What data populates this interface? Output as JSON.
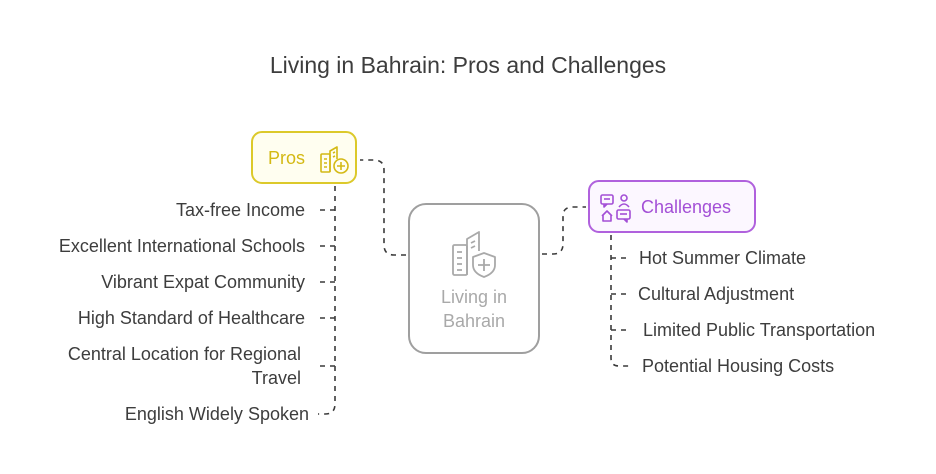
{
  "title": "Living in Bahrain: Pros and Challenges",
  "center": {
    "label": "Living in Bahrain",
    "icon": "building-shield-icon"
  },
  "pros": {
    "label": "Pros",
    "icon": "building-plus-icon",
    "color": "#dcc92a",
    "items": [
      "Tax-free Income",
      "Excellent International Schools",
      "Vibrant Expat Community",
      "High Standard of Healthcare",
      "Central Location for Regional Travel",
      "English Widely Spoken"
    ]
  },
  "challenges": {
    "label": "Challenges",
    "icon": "people-chat-home-icon",
    "color": "#b061dd",
    "items": [
      "Hot Summer Climate",
      "Cultural Adjustment",
      "Limited Public Transportation",
      "Potential Housing Costs"
    ]
  }
}
